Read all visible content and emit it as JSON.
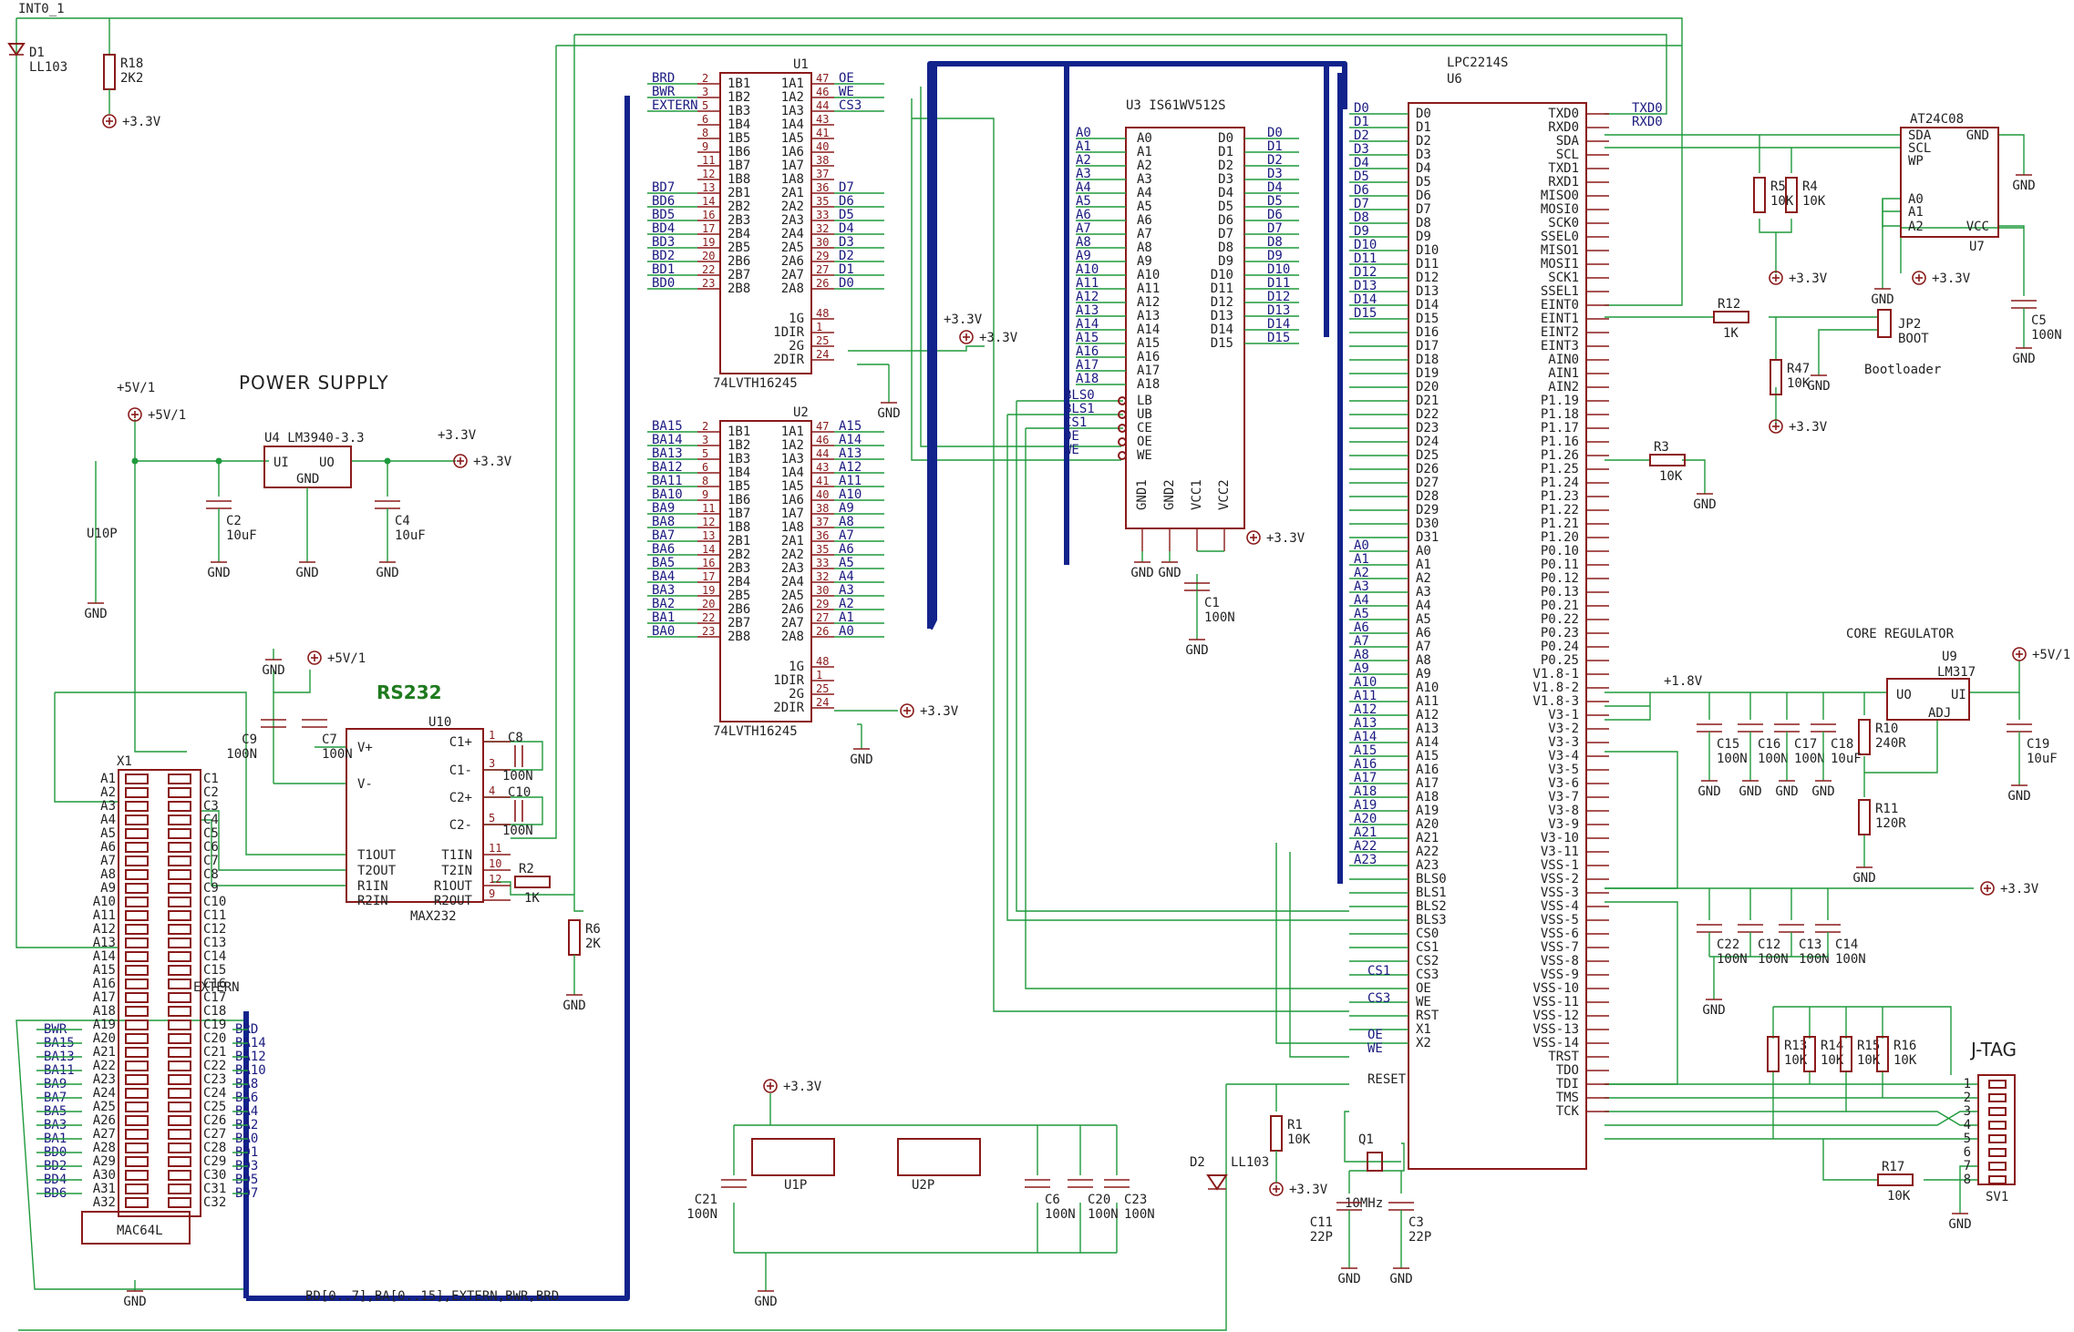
{
  "sheet": {
    "power_supply_title": "POWER SUPPLY",
    "rs232_title": "RS232",
    "core_regulator_title": "CORE REGULATOR",
    "jtag_title": "J-TAG",
    "bootloader_label": "Bootloader",
    "bus_label": "BD[0..7],BA[0..15],EXTERN,BWR,BRD"
  },
  "nets": {
    "int0": "INT0_1",
    "v33": "+3.3V",
    "v5": "+5V/1",
    "gnd": "GND",
    "v18": "+1.8V",
    "extern": "EXTERN",
    "txd0": "TXD0",
    "rxd0": "RXD0",
    "cs1": "CS1",
    "cs3": "CS3",
    "oe": "OE",
    "we": "WE",
    "reset": "RESET"
  },
  "parts": {
    "d1": {
      "ref": "D1",
      "value": "LL103"
    },
    "d2": {
      "ref": "D2",
      "value": "LL103"
    },
    "r18": {
      "ref": "R18",
      "value": "2K2"
    },
    "u4": {
      "ref": "U4",
      "value": "LM3940-3.3",
      "pins": [
        "UI",
        "UO",
        "GND"
      ]
    },
    "c2": {
      "ref": "C2",
      "value": "10uF"
    },
    "c4": {
      "ref": "C4",
      "value": "10uF"
    },
    "u10p": {
      "ref": "U10P"
    },
    "c9": {
      "ref": "C9",
      "value": "100N"
    },
    "c7": {
      "ref": "C7",
      "value": "100N"
    },
    "c8": {
      "ref": "C8",
      "value": "100N"
    },
    "c10": {
      "ref": "C10",
      "value": "100N"
    },
    "u10": {
      "ref": "U10",
      "value": "MAX232",
      "left": [
        "V+",
        "V-",
        "T1OUT",
        "T2OUT",
        "R1IN",
        "R2IN"
      ],
      "right": [
        "C1+",
        "C1-",
        "C2+",
        "C2-",
        "T1IN",
        "T2IN",
        "R1OUT",
        "R2OUT"
      ]
    },
    "r2": {
      "ref": "R2",
      "value": "1K"
    },
    "r6": {
      "ref": "R6",
      "value": "2K"
    },
    "x1": {
      "ref": "X1",
      "value": "MAC64L"
    },
    "u1": {
      "ref": "U1",
      "value": "74LVTH16245"
    },
    "u2": {
      "ref": "U2",
      "value": "74LVTH16245"
    },
    "u3": {
      "ref": "U3",
      "value": "IS61WV512S"
    },
    "c1": {
      "ref": "C1",
      "value": "100N"
    },
    "u1p": {
      "ref": "U1P"
    },
    "u2p": {
      "ref": "U2P"
    },
    "c21": {
      "ref": "C21",
      "value": "100N"
    },
    "c6": {
      "ref": "C6",
      "value": "100N"
    },
    "c20": {
      "ref": "C20",
      "value": "100N"
    },
    "c23": {
      "ref": "C23",
      "value": "100N"
    },
    "u6": {
      "ref": "U6",
      "value": "LPC2214S"
    },
    "r1": {
      "ref": "R1",
      "value": "10K"
    },
    "q1": {
      "ref": "Q1",
      "value": "10MHz"
    },
    "c11": {
      "ref": "C11",
      "value": "22P"
    },
    "c3": {
      "ref": "C3",
      "value": "22P"
    },
    "u7": {
      "ref": "U7",
      "value": "AT24C08",
      "left": [
        "SDA",
        "SCL",
        "WP",
        "A0",
        "A1",
        "A2"
      ],
      "right": [
        "GND",
        "VCC"
      ]
    },
    "r5": {
      "ref": "R5",
      "value": "10K"
    },
    "r4": {
      "ref": "R4",
      "value": "10K"
    },
    "c5": {
      "ref": "C5",
      "value": "100N"
    },
    "r12": {
      "ref": "R12",
      "value": "1K"
    },
    "r47": {
      "ref": "R47",
      "value": "10K"
    },
    "jp2": {
      "ref": "JP2",
      "value": "BOOT"
    },
    "r3": {
      "ref": "R3",
      "value": "10K"
    },
    "u9": {
      "ref": "U9",
      "value": "LM317",
      "pins": [
        "UO",
        "UI",
        "ADJ"
      ]
    },
    "r10": {
      "ref": "R10",
      "value": "240R"
    },
    "r11": {
      "ref": "R11",
      "value": "120R"
    },
    "c15": {
      "ref": "C15",
      "value": "100N"
    },
    "c16": {
      "ref": "C16",
      "value": "100N"
    },
    "c17": {
      "ref": "C17",
      "value": "100N"
    },
    "c18": {
      "ref": "C18",
      "value": "10uF"
    },
    "c19": {
      "ref": "C19",
      "value": "10uF"
    },
    "c22": {
      "ref": "C22",
      "value": "100N"
    },
    "c12": {
      "ref": "C12",
      "value": "100N"
    },
    "c13": {
      "ref": "C13",
      "value": "100N"
    },
    "c14": {
      "ref": "C14",
      "value": "100N"
    },
    "r13": {
      "ref": "R13",
      "value": "10K"
    },
    "r14": {
      "ref": "R14",
      "value": "10K"
    },
    "r15": {
      "ref": "R15",
      "value": "10K"
    },
    "r16": {
      "ref": "R16",
      "value": "10K"
    },
    "r17": {
      "ref": "R17",
      "value": "10K"
    },
    "sv1": {
      "ref": "SV1"
    }
  },
  "u1_left": [
    "1B1",
    "1B2",
    "1B3",
    "1B4",
    "1B5",
    "1B6",
    "1B7",
    "1B8",
    "2B1",
    "2B2",
    "2B3",
    "2B4",
    "2B5",
    "2B6",
    "2B7",
    "2B8"
  ],
  "u1_right": [
    "1A1",
    "1A2",
    "1A3",
    "1A4",
    "1A5",
    "1A6",
    "1A7",
    "1A8",
    "2A1",
    "2A2",
    "2A3",
    "2A4",
    "2A5",
    "2A6",
    "2A7",
    "2A8"
  ],
  "u1_ctrl": [
    "1G",
    "1DIR",
    "2G",
    "2DIR"
  ],
  "u1_left_nets": [
    "BRD",
    "BWR",
    "EXTERN",
    "",
    "",
    "",
    "",
    "",
    "BD7",
    "BD6",
    "BD5",
    "BD4",
    "BD3",
    "BD2",
    "BD1",
    "BD0"
  ],
  "u1_right_nets": [
    "OE",
    "WE",
    "CS3",
    "",
    "",
    "",
    "",
    "",
    "D7",
    "D6",
    "D5",
    "D4",
    "D3",
    "D2",
    "D1",
    "D0"
  ],
  "u2_left_nets": [
    "BA15",
    "BA14",
    "BA13",
    "BA12",
    "BA11",
    "BA10",
    "BA9",
    "BA8",
    "BA7",
    "BA6",
    "BA5",
    "BA4",
    "BA3",
    "BA2",
    "BA1",
    "BA0"
  ],
  "u2_right_nets": [
    "A15",
    "A14",
    "A13",
    "A12",
    "A11",
    "A10",
    "A9",
    "A8",
    "A7",
    "A6",
    "A5",
    "A4",
    "A3",
    "A2",
    "A1",
    "A0"
  ],
  "u3_left": [
    "A0",
    "A1",
    "A2",
    "A3",
    "A4",
    "A5",
    "A6",
    "A7",
    "A8",
    "A9",
    "A10",
    "A11",
    "A12",
    "A13",
    "A14",
    "A15",
    "A16",
    "A17",
    "A18"
  ],
  "u3_ctrl": [
    "LB",
    "UB",
    "CE",
    "OE",
    "WE"
  ],
  "u3_ctrl_nets": [
    "BLS0",
    "BLS1",
    "CS1",
    "OE",
    "WE"
  ],
  "u3_right": [
    "D0",
    "D1",
    "D2",
    "D3",
    "D4",
    "D5",
    "D6",
    "D7",
    "D8",
    "D9",
    "D10",
    "D11",
    "D12",
    "D13",
    "D14",
    "D15"
  ],
  "u3_bottom": [
    "GND1",
    "GND2",
    "VCC1",
    "VCC2"
  ],
  "u6_left": [
    "D0",
    "D1",
    "D2",
    "D3",
    "D4",
    "D5",
    "D6",
    "D7",
    "D8",
    "D9",
    "D10",
    "D11",
    "D12",
    "D13",
    "D14",
    "D15",
    "D16",
    "D17",
    "D18",
    "D19",
    "D20",
    "D21",
    "D22",
    "D23",
    "D24",
    "D25",
    "D26",
    "D27",
    "D28",
    "D29",
    "D30",
    "D31",
    "A0",
    "A1",
    "A2",
    "A3",
    "A4",
    "A5",
    "A6",
    "A7",
    "A8",
    "A9",
    "A10",
    "A11",
    "A12",
    "A13",
    "A14",
    "A15",
    "A16",
    "A17",
    "A18",
    "A19",
    "A20",
    "A21",
    "A22",
    "A23",
    "BLS0",
    "BLS1",
    "BLS2",
    "BLS3",
    "CS0",
    "CS1",
    "CS2",
    "CS3",
    "OE",
    "WE",
    "RST",
    "X1",
    "X2"
  ],
  "u6_right": [
    "TXD0",
    "RXD0",
    "SDA",
    "SCL",
    "TXD1",
    "RXD1",
    "MISO0",
    "MOSI0",
    "SCK0",
    "SSEL0",
    "MISO1",
    "MOSI1",
    "SCK1",
    "SSEL1",
    "EINT0",
    "EINT1",
    "EINT2",
    "EINT3",
    "AIN0",
    "AIN1",
    "AIN2",
    "P1.19",
    "P1.18",
    "P1.17",
    "P1.16",
    "P1.26",
    "P1.25",
    "P1.24",
    "P1.23",
    "P1.22",
    "P1.21",
    "P1.20",
    "P0.10",
    "P0.11",
    "P0.12",
    "P0.13",
    "P0.21",
    "P0.22",
    "P0.23",
    "P0.24",
    "P0.25",
    "V1.8-1",
    "V1.8-2",
    "V1.8-3",
    "V3-1",
    "V3-2",
    "V3-3",
    "V3-4",
    "V3-5",
    "V3-6",
    "V3-7",
    "V3-8",
    "V3-9",
    "V3-10",
    "V3-11",
    "VSS-1",
    "VSS-2",
    "VSS-3",
    "VSS-4",
    "VSS-5",
    "VSS-6",
    "VSS-7",
    "VSS-8",
    "VSS-9",
    "VSS-10",
    "VSS-11",
    "VSS-12",
    "VSS-13",
    "VSS-14",
    "TRST",
    "TDO",
    "TDI",
    "TMS",
    "TCK"
  ],
  "x1_left": [
    "A1",
    "A2",
    "A3",
    "A4",
    "A5",
    "A6",
    "A7",
    "A8",
    "A9",
    "A10",
    "A11",
    "A12",
    "A13",
    "A14",
    "A15",
    "A16",
    "A17",
    "A18",
    "A19",
    "A20",
    "A21",
    "A22",
    "A23",
    "A24",
    "A25",
    "A26",
    "A27",
    "A28",
    "A29",
    "A30",
    "A31",
    "A32"
  ],
  "x1_right": [
    "C1",
    "C2",
    "C3",
    "C4",
    "C5",
    "C6",
    "C7",
    "C8",
    "C9",
    "C10",
    "C11",
    "C12",
    "C13",
    "C14",
    "C15",
    "C16",
    "C17",
    "C18",
    "C19",
    "C20",
    "C21",
    "C22",
    "C23",
    "C24",
    "C25",
    "C26",
    "C27",
    "C28",
    "C29",
    "C30",
    "C31",
    "C32"
  ],
  "x1_left_nets": [
    "BWR",
    "BA15",
    "BA13",
    "BA11",
    "BA9",
    "BA7",
    "BA5",
    "BA3",
    "BA1",
    "BD0",
    "BD2",
    "BD4",
    "BD6"
  ],
  "x1_right_nets": [
    "BRD",
    "BA14",
    "BA12",
    "BA10",
    "BA8",
    "BA6",
    "BA4",
    "BA2",
    "BA0",
    "BD1",
    "BD3",
    "BD5",
    "BD7"
  ],
  "sv1_pins": [
    "1",
    "2",
    "3",
    "4",
    "5",
    "6",
    "7",
    "8"
  ]
}
